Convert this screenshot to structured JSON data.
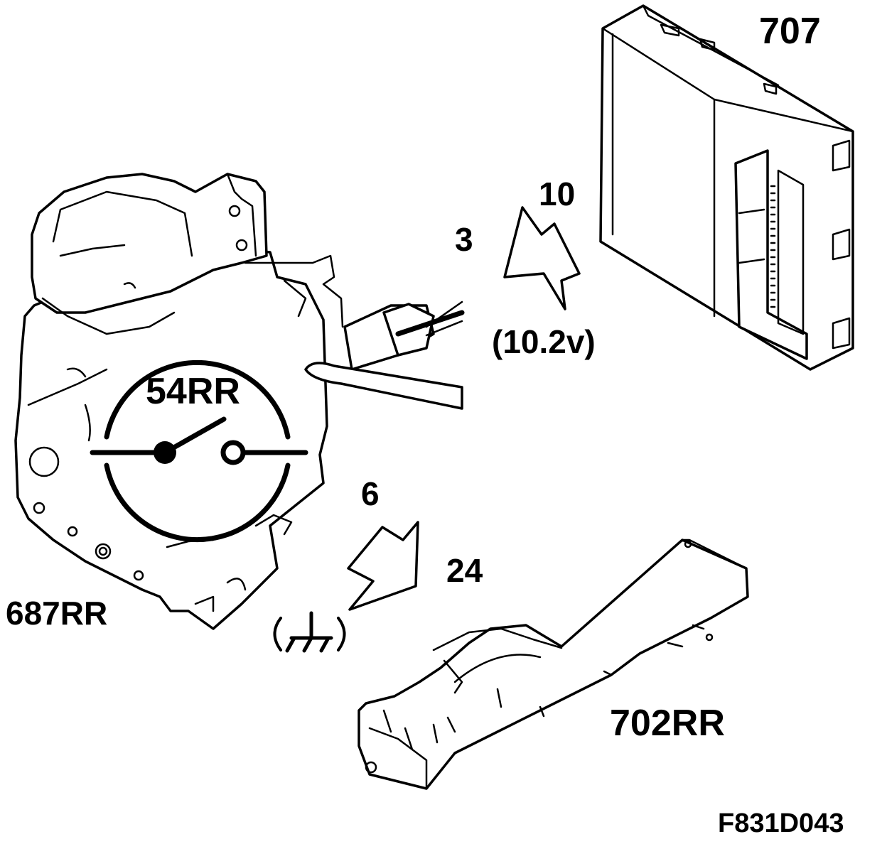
{
  "labels": {
    "ecu": "707",
    "motor": "54RR",
    "actuator": "687RR",
    "harness": "702RR",
    "pin_3": "3",
    "pin_10": "10",
    "pin_6": "6",
    "pin_24": "24",
    "voltage": "(10.2v)",
    "figure_code": "F831D043"
  },
  "colors": {
    "ink": "#000000",
    "paper": "#ffffff"
  },
  "icons": {
    "ground": "ground-symbol-icon"
  }
}
